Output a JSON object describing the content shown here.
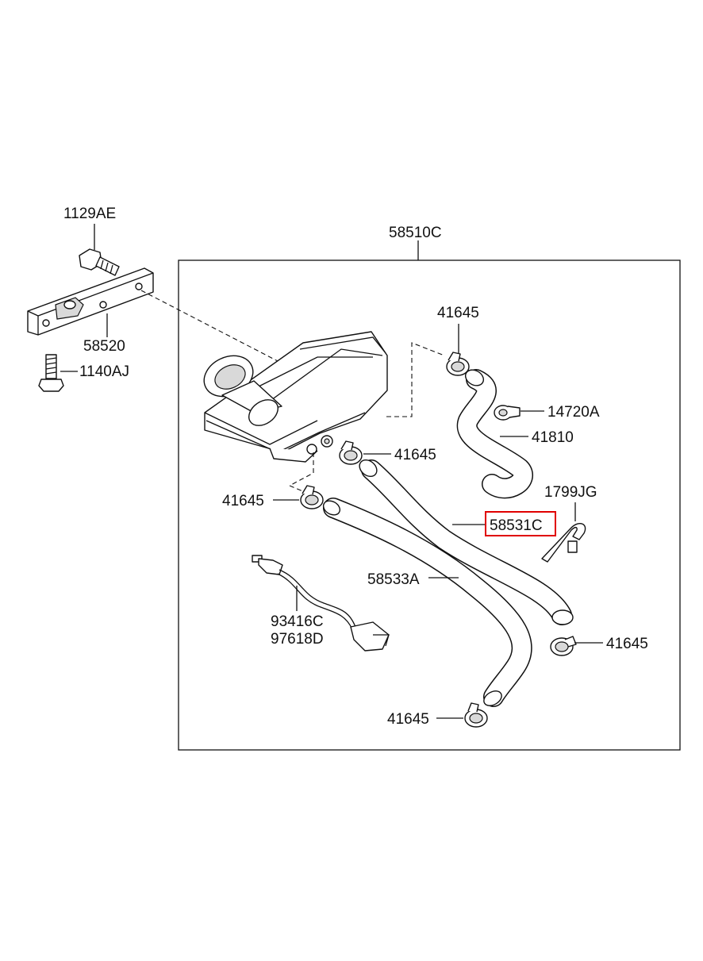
{
  "labels": {
    "bolt_top": "1129AE",
    "assembly": "58510C",
    "bracket": "58520",
    "bolt_bottom": "1140AJ",
    "clamp_top": "41645",
    "clamp_mid": "41645",
    "clamp_left": "41645",
    "clamp_right": "41645",
    "clamp_bottom": "41645",
    "clip": "14720A",
    "hose_short": "41810",
    "tie": "1799JG",
    "hose_highlight": "58531C",
    "hose_long": "58533A",
    "sensor_a": "93416C",
    "sensor_b": "97618D"
  },
  "highlight_color": "#e00000"
}
